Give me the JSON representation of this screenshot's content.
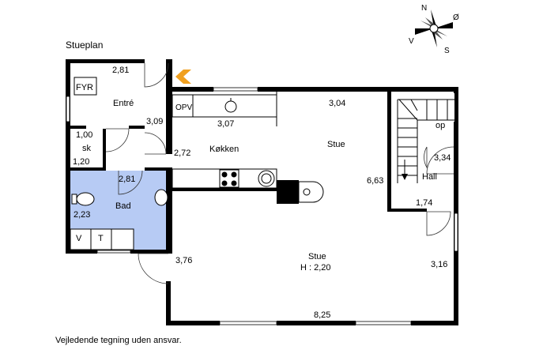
{
  "plan": {
    "title": "Stueplan",
    "footer": "Vejledende tegning uden ansvar.",
    "compass": {
      "n": "N",
      "s": "S",
      "v": "V",
      "o": "Ø"
    },
    "labels": {
      "fyr": "FYR",
      "entre": "Entré",
      "entre_top": "2,81",
      "entre_side": "3,09",
      "wc_top": "1,00",
      "sk": "sk",
      "wc_bottom": "1,20",
      "hall_door": "2,72",
      "bath_top": "2,81",
      "bath_name": "Bad",
      "bath_side": "2,23",
      "v": "V",
      "t": "T",
      "opv": "OPV",
      "kitchen_width": "3,07",
      "kitchen_name": "Køkken",
      "stue_top_dim": "3,04",
      "stue_upper": "Stue",
      "stue_side": "6,63",
      "op": "op",
      "hall_dim": "3,34",
      "hall_name": "Hall",
      "hall_bottom": "1,74",
      "stue_lower": "Stue",
      "stue_height": "H : 2,20",
      "stue_left": "3,76",
      "stue_right": "3,16",
      "stue_bottom": "8,25"
    }
  }
}
